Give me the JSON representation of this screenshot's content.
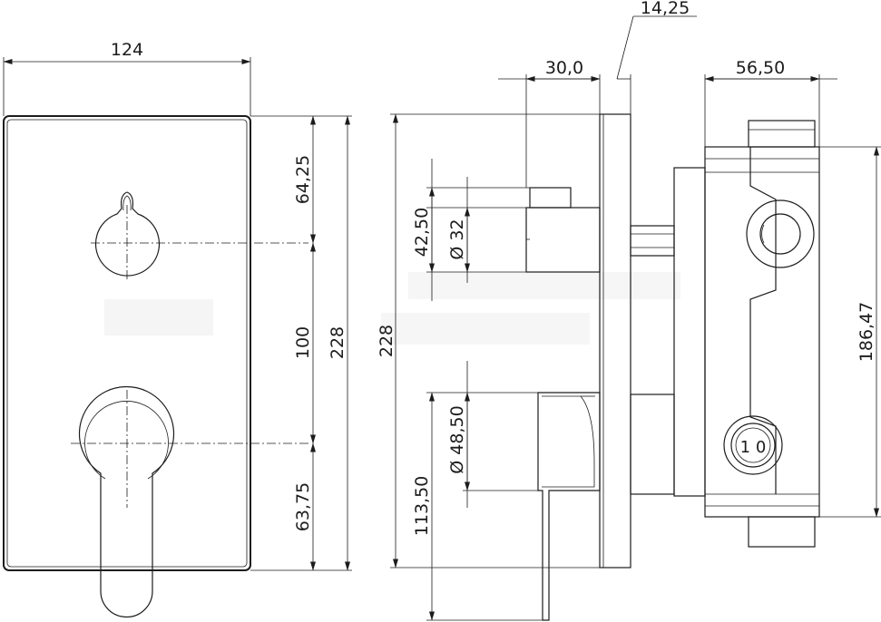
{
  "dimensions": {
    "front_width": "124",
    "front_height": "228",
    "top_to_divert": "64,25",
    "divert_to_lever": "100",
    "lever_to_bottom": "63,75",
    "side_height": "228",
    "divert_offset": "42,50",
    "divert_diameter": "Ø 32",
    "lever_diameter": "Ø 48,50",
    "lever_offset": "113,50",
    "plate_thickness": "14,25",
    "handle_depth": "30,0",
    "body_depth": "56,50",
    "body_height": "186,47"
  },
  "body_symbols": {
    "valve_mark": "1 0"
  }
}
